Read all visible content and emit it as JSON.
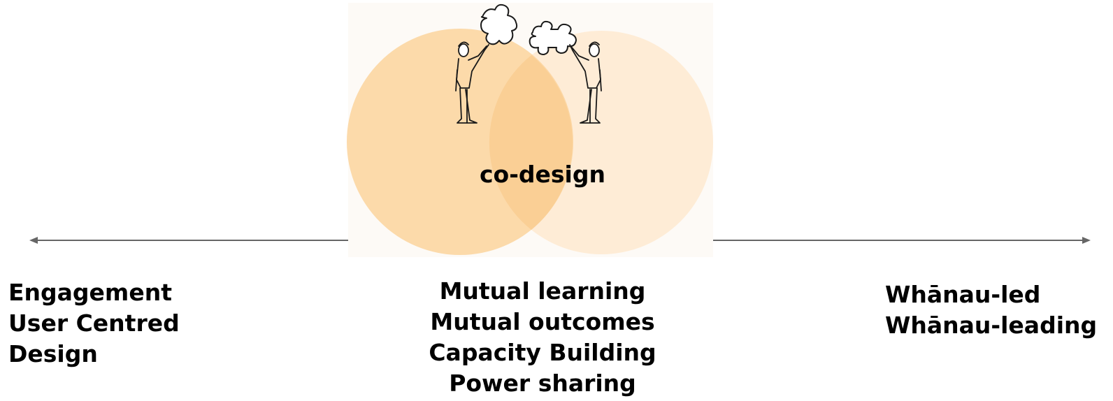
{
  "diagram": {
    "center_title": "co-design",
    "left_labels": [
      "Engagement",
      "User Centred",
      "Design"
    ],
    "center_labels": [
      "Mutual learning",
      "Mutual outcomes",
      "Capacity Building",
      "Power sharing"
    ],
    "right_labels": [
      "Whānau-led",
      "Whānau-leading"
    ],
    "colors": {
      "left_circle": "#fbd39c",
      "right_circle": "#feecd6",
      "overlap": "#f9c98a",
      "arrow": "#666666",
      "text": "#000000"
    }
  }
}
